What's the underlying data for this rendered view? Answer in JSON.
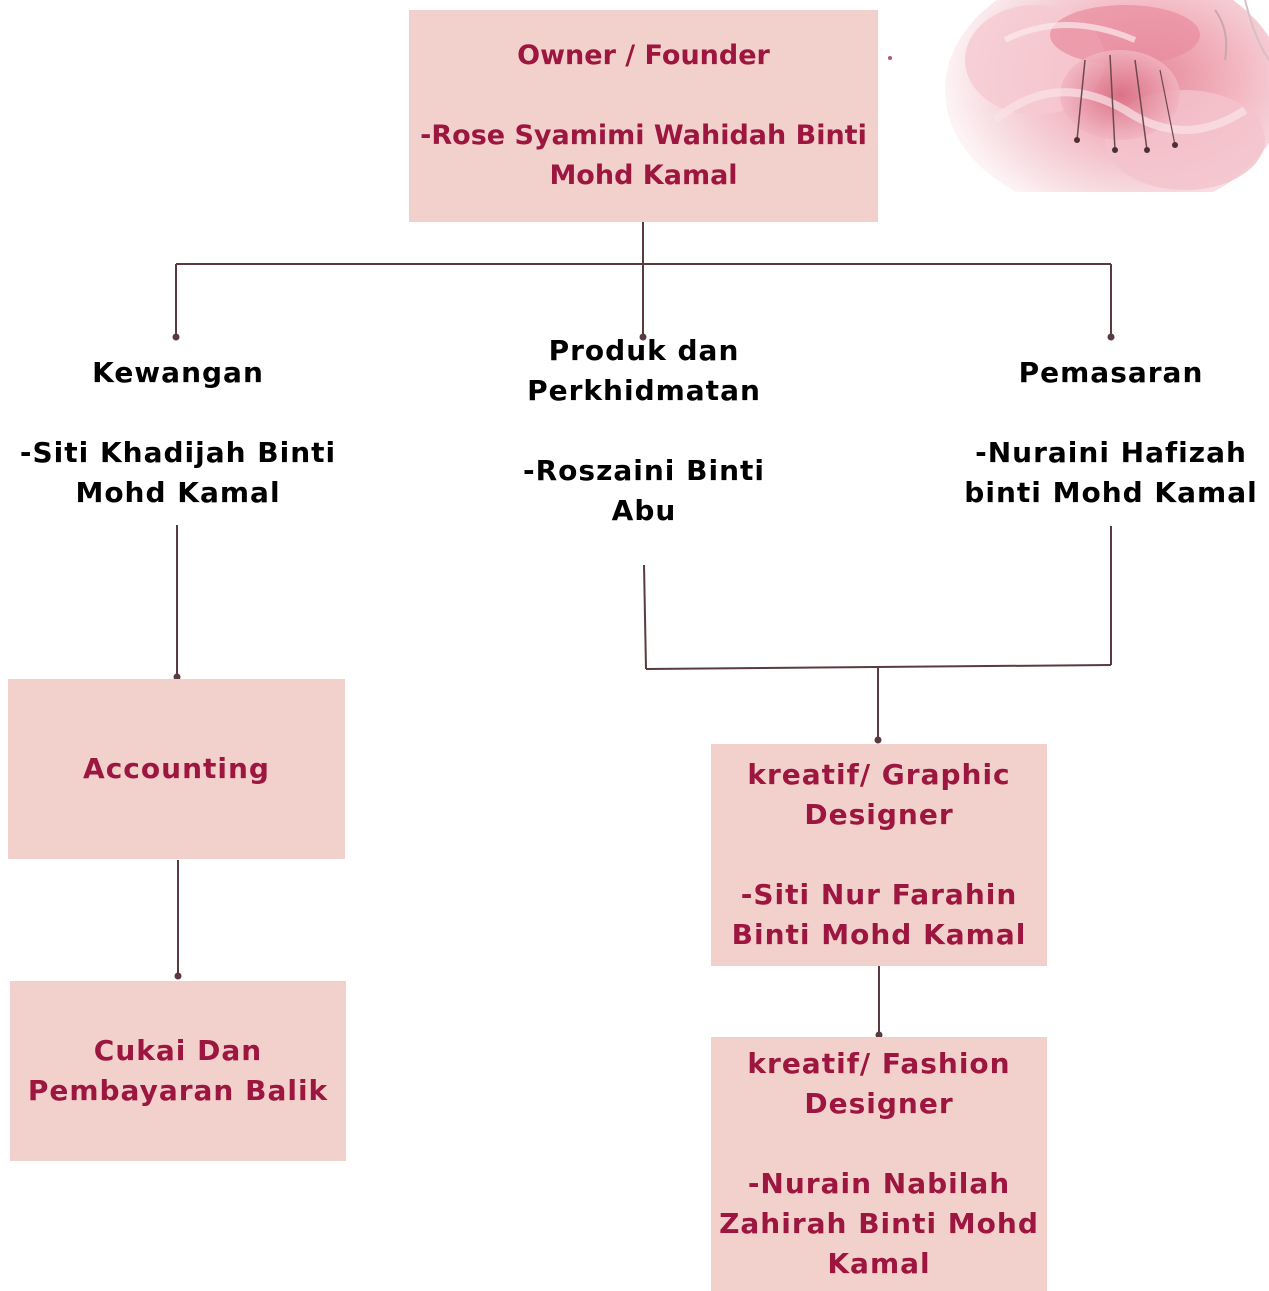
{
  "owner": {
    "role": "Owner / Founder",
    "name_line1": "-Rose Syamimi Wahidah Binti",
    "name_line2": "Mohd Kamal"
  },
  "kewangan": {
    "role": "Kewangan",
    "name_line1": "-Siti Khadijah Binti",
    "name_line2": "Mohd Kamal"
  },
  "produk": {
    "role_line1": "Produk dan",
    "role_line2": "Perkhidmatan",
    "name_line1": "-Roszaini Binti",
    "name_line2": "Abu"
  },
  "pemasaran": {
    "role": "Pemasaran",
    "name_line1": "-Nuraini Hafizah",
    "name_line2": "binti Mohd Kamal"
  },
  "accounting": {
    "role": "Accounting"
  },
  "cukai": {
    "role_line1": "Cukai Dan",
    "role_line2": "Pembayaran Balik"
  },
  "graphic": {
    "role_line1": "kreatif/ Graphic",
    "role_line2": "Designer",
    "name_line1": "-Siti Nur Farahin",
    "name_line2": "Binti Mohd Kamal"
  },
  "fashion": {
    "role_line1": "kreatif/ Fashion",
    "role_line2": "Designer",
    "name_line1": "-Nurain Nabilah",
    "name_line2": "Zahirah Binti Mohd",
    "name_line3": "Kamal"
  },
  "colors": {
    "box_fill": "#f2d0cc",
    "box_text": "#9c1640",
    "label_text": "#000000",
    "connector": "#5a3a3e"
  }
}
